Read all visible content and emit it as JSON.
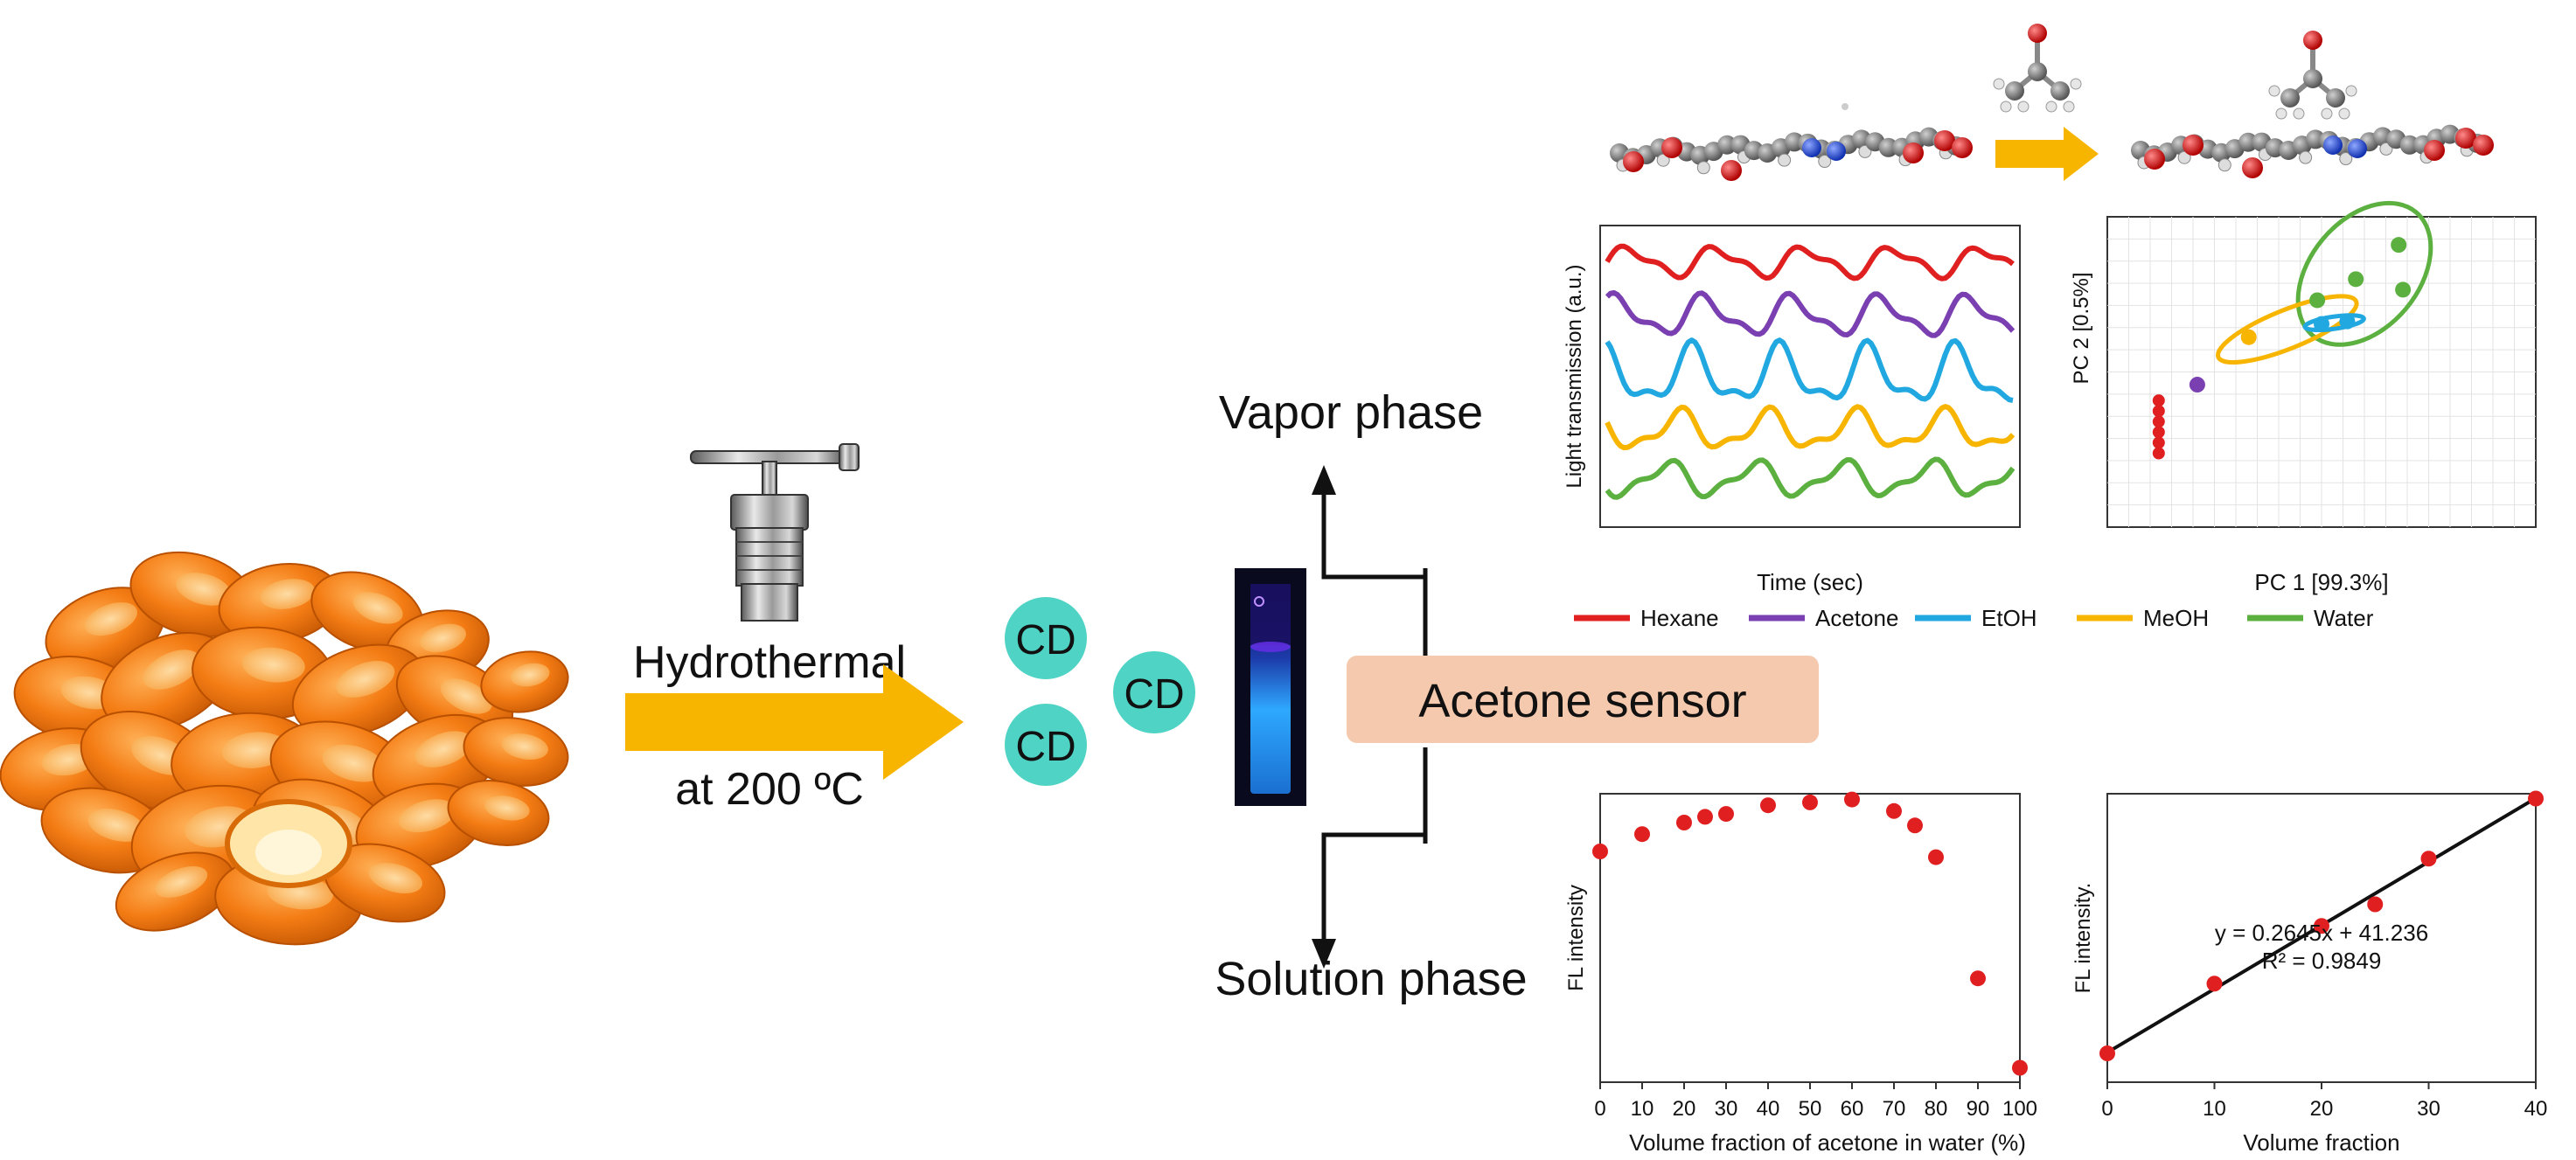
{
  "labels": {
    "hydrothermal": "Hydrothermal",
    "temperature": "at 200 ºC",
    "cd": "CD",
    "vapor_phase": "Vapor phase",
    "solution_phase": "Solution phase",
    "sensor": "Acetone sensor"
  },
  "colors": {
    "arrow": "#f7b500",
    "cd_bubble": "#4fd3c4",
    "sensor_box": "#f5c9ad",
    "fruit": "#f07c12",
    "vial_glow": "#3ab8ff"
  },
  "icons": [
    "jackfruit-image",
    "autoclave-icon",
    "vial-icon",
    "acetone-molecule-icon",
    "carbon-dot-molecule-icon"
  ],
  "chart_data": [
    {
      "type": "line",
      "xlabel": "Time (sec)",
      "ylabel": "Light transmission (a.u.)",
      "ticks": "none",
      "series": [
        {
          "name": "Hexane",
          "color": "#e02020",
          "offset": 0.88,
          "amplitude": 0.06
        },
        {
          "name": "Acetone",
          "color": "#7a3fb0",
          "offset": 0.7,
          "amplitude": 0.08
        },
        {
          "name": "EtOH",
          "color": "#22a8e0",
          "offset": 0.5,
          "amplitude": 0.12
        },
        {
          "name": "MeOH",
          "color": "#f7b500",
          "offset": 0.32,
          "amplitude": 0.08
        },
        {
          "name": "Water",
          "color": "#5cb040",
          "offset": 0.16,
          "amplitude": 0.07
        }
      ],
      "legend": "bottom"
    },
    {
      "type": "scatter",
      "xlabel": "PC 1 [99.3%]",
      "ylabel": "PC 2 [0.5%]",
      "grid": true,
      "ticks": "none",
      "points": [
        {
          "group": "Hexane",
          "color": "#e02020",
          "x": 0.12,
          "y": 0.28
        },
        {
          "group": "Hexane",
          "color": "#e02020",
          "x": 0.12,
          "y": 0.32
        },
        {
          "group": "Hexane",
          "color": "#e02020",
          "x": 0.12,
          "y": 0.36
        },
        {
          "group": "Hexane",
          "color": "#e02020",
          "x": 0.12,
          "y": 0.4
        },
        {
          "group": "Hexane",
          "color": "#e02020",
          "x": 0.12,
          "y": 0.44
        },
        {
          "group": "Hexane",
          "color": "#e02020",
          "x": 0.12,
          "y": 0.48
        },
        {
          "group": "Acetone",
          "color": "#7a3fb0",
          "x": 0.21,
          "y": 0.54
        },
        {
          "group": "MeOH",
          "color": "#f7b500",
          "x": 0.33,
          "y": 0.72
        },
        {
          "group": "EtOH",
          "color": "#22a8e0",
          "x": 0.5,
          "y": 0.77
        },
        {
          "group": "EtOH",
          "color": "#22a8e0",
          "x": 0.56,
          "y": 0.78
        },
        {
          "group": "Water",
          "color": "#5cb040",
          "x": 0.49,
          "y": 0.86
        },
        {
          "group": "Water",
          "color": "#5cb040",
          "x": 0.58,
          "y": 0.94
        },
        {
          "group": "Water",
          "color": "#5cb040",
          "x": 0.69,
          "y": 0.9
        },
        {
          "group": "Water",
          "color": "#5cb040",
          "x": 0.68,
          "y": 1.07
        }
      ]
    },
    {
      "type": "scatter",
      "xlabel": "Volume fraction of acetone in water (%)",
      "ylabel": "FL intensity",
      "xlim": [
        0,
        100
      ],
      "ylim": [
        0,
        1
      ],
      "xticks": [
        0,
        10,
        20,
        30,
        40,
        50,
        60,
        70,
        80,
        90,
        100
      ],
      "x": [
        0,
        10,
        20,
        25,
        30,
        40,
        50,
        60,
        70,
        75,
        80,
        90,
        100
      ],
      "y": [
        0.8,
        0.86,
        0.9,
        0.92,
        0.93,
        0.96,
        0.97,
        0.98,
        0.94,
        0.89,
        0.78,
        0.36,
        0.05
      ],
      "color": "#e02020"
    },
    {
      "type": "scatter",
      "xlabel": "Volume fraction",
      "ylabel": "FL intensity.",
      "xlim": [
        0,
        40
      ],
      "ylim": [
        40,
        52
      ],
      "xticks": [
        0,
        10,
        20,
        30,
        40
      ],
      "x": [
        0,
        10,
        20,
        25,
        30,
        40
      ],
      "y": [
        41.2,
        44.1,
        46.5,
        47.4,
        49.3,
        51.8
      ],
      "fit": {
        "slope": 0.2645,
        "intercept": 41.236
      },
      "annotation": [
        "y = 0.2645x + 41.236",
        "R² = 0.9849"
      ],
      "color": "#e02020"
    }
  ]
}
